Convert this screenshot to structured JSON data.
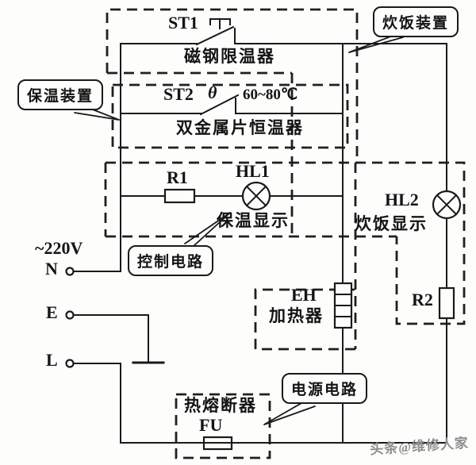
{
  "callouts": {
    "cooking_device": "炊饭装置",
    "warming_device": "保温装置",
    "control_circuit": "控制电路",
    "power_circuit": "电源电路"
  },
  "components": {
    "st1_ref": "ST1",
    "st1_name": "磁钢限温器",
    "st2_ref": "ST2",
    "st2_theta": "θ",
    "st2_range": "60~80℃",
    "st2_name": "双金属片恒温器",
    "r1_ref": "R1",
    "hl1_ref": "HL1",
    "hl1_caption": "保温显示",
    "hl2_ref": "HL2",
    "hl2_caption": "炊饭显示",
    "r2_ref": "R2",
    "eh_ref": "EH",
    "eh_name": "加热器",
    "fu_name": "热熔断器",
    "fu_ref": "FU"
  },
  "power_terminals": {
    "voltage": "~220V",
    "neutral": "N",
    "earth": "E",
    "line": "L"
  },
  "watermark": "头条@维修人家"
}
